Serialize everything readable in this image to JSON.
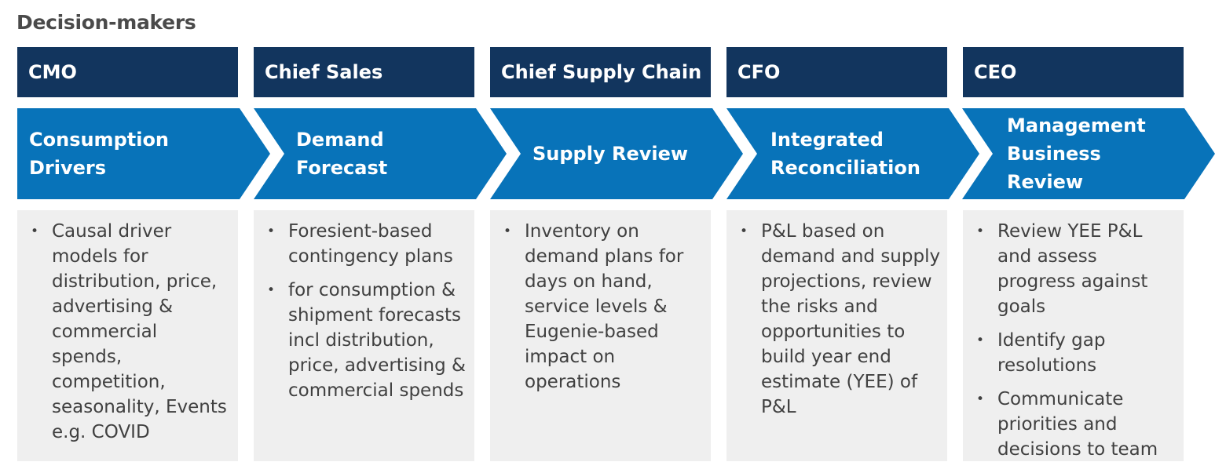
{
  "title": "Decision-makers",
  "colors": {
    "role_header": "#12355e",
    "chevron": "#0873b9",
    "content_bg": "#efefef",
    "text": "#404040",
    "title_text": "#4a4a4a"
  },
  "columns": [
    {
      "role": "CMO",
      "stage": "Consumption Drivers",
      "bullets": [
        "Causal driver models for distribution, price, advertising & commercial spends, competition, seasonality, Events e.g. COVID"
      ]
    },
    {
      "role": "Chief Sales",
      "stage": "Demand Forecast",
      "bullets": [
        "Foresient-based contingency plans",
        "for consumption & shipment forecasts incl distribution, price, advertising & commercial spends"
      ]
    },
    {
      "role": "Chief Supply Chain",
      "stage": "Supply Review",
      "bullets": [
        "Inventory on demand plans for days on hand, service levels & Eugenie-based impact on operations"
      ]
    },
    {
      "role": "CFO",
      "stage": "Integrated Reconciliation",
      "bullets": [
        "P&L based on demand and supply projections, review the risks and opportunities to build year end estimate (YEE) of P&L"
      ]
    },
    {
      "role": "CEO",
      "stage": "Management Business Review",
      "bullets": [
        "Review YEE P&L and assess progress against goals",
        "Identify gap resolutions",
        "Communicate priorities and decisions to team"
      ]
    }
  ]
}
